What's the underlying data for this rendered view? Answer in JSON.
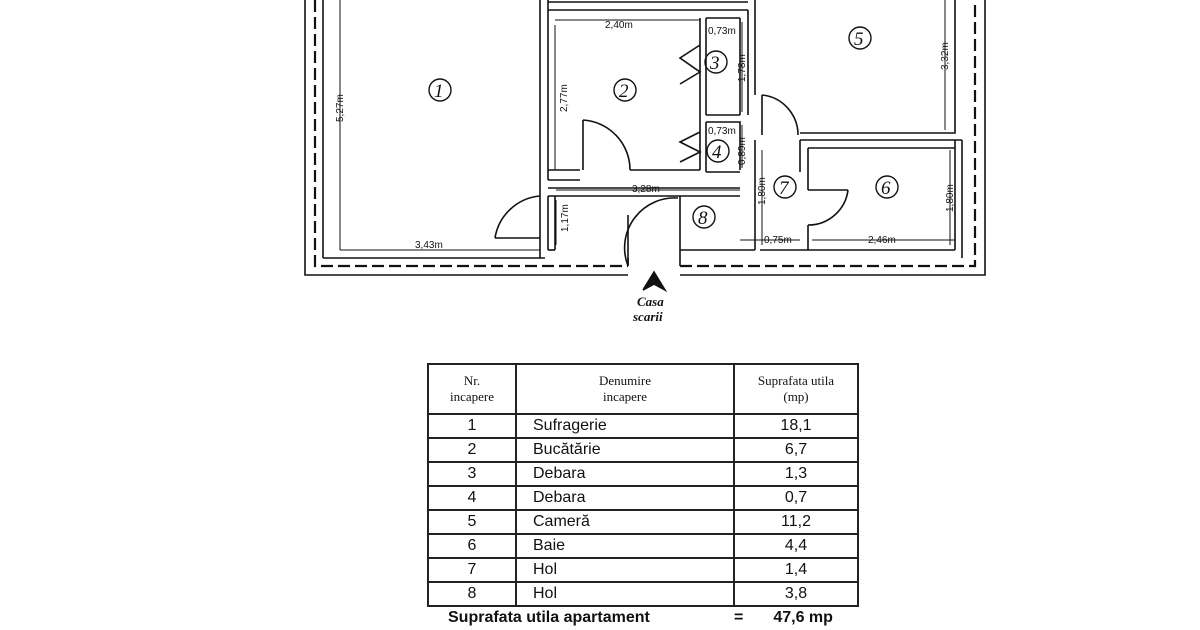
{
  "plan": {
    "dimensions": {
      "d1_height": "5,27m",
      "d1_width": "3,43m",
      "d2_width": "2,40m",
      "d2_height": "2,77m",
      "d3_width": "0,73m",
      "d3_height": "1,78m",
      "d4_width": "0,73m",
      "d4_height": "0,89m",
      "corridor_width": "3,28m",
      "d8_height": "1,17m",
      "d5_height": "3,32m",
      "d7_height": "1,80m",
      "d7_width": "0,75m",
      "d6_width": "2,46m",
      "d6_height": "1,80m"
    },
    "room_numbers": [
      "1",
      "2",
      "3",
      "4",
      "5",
      "6",
      "7",
      "8"
    ],
    "entrance_line1": "Casa",
    "entrance_line2": "scarii"
  },
  "table": {
    "headers": {
      "nr_line1": "Nr.",
      "nr_line2": "incapere",
      "name_line1": "Denumire",
      "name_line2": "incapere",
      "area_line1": "Suprafata utila",
      "area_line2": "(mp)"
    },
    "rows": [
      {
        "nr": "1",
        "name": "Sufragerie",
        "area": "18,1"
      },
      {
        "nr": "2",
        "name": "Bucătărie",
        "area": "6,7"
      },
      {
        "nr": "3",
        "name": "Debara",
        "area": "1,3"
      },
      {
        "nr": "4",
        "name": "Debara",
        "area": "0,7"
      },
      {
        "nr": "5",
        "name": "Cameră",
        "area": "11,2"
      },
      {
        "nr": "6",
        "name": "Baie",
        "area": "4,4"
      },
      {
        "nr": "7",
        "name": "Hol",
        "area": "1,4"
      },
      {
        "nr": "8",
        "name": "Hol",
        "area": "3,8"
      }
    ],
    "total_label": "Suprafata utila apartament",
    "total_eq": "=",
    "total_value": "47,6 mp"
  }
}
